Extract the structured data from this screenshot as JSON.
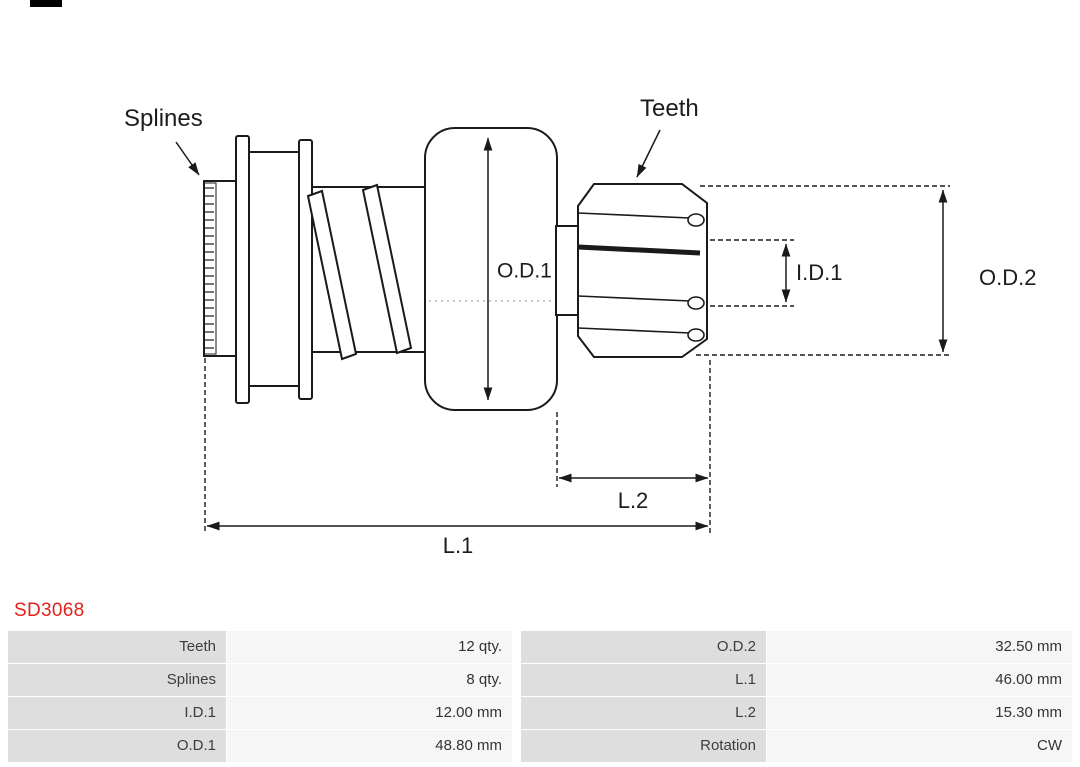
{
  "part_number": "SD3068",
  "colors": {
    "part_number_red": "#e2231a",
    "table_label_bg": "#dedede",
    "table_value_bg": "#f6f6f6",
    "drawing_line": "#1a1a1a"
  },
  "diagram": {
    "labels": {
      "splines": "Splines",
      "teeth": "Teeth",
      "od1": "O.D.1",
      "id1": "I.D.1",
      "od2": "O.D.2",
      "l2": "L.2",
      "l1": "L.1"
    }
  },
  "spec_table": {
    "rows": [
      {
        "name1": "Teeth",
        "value1": "12 qty.",
        "name2": "O.D.2",
        "value2": "32.50 mm"
      },
      {
        "name1": "Splines",
        "value1": "8 qty.",
        "name2": "L.1",
        "value2": "46.00 mm"
      },
      {
        "name1": "I.D.1",
        "value1": "12.00 mm",
        "name2": "L.2",
        "value2": "15.30 mm"
      },
      {
        "name1": "O.D.1",
        "value1": "48.80 mm",
        "name2": "Rotation",
        "value2": "CW"
      }
    ]
  }
}
